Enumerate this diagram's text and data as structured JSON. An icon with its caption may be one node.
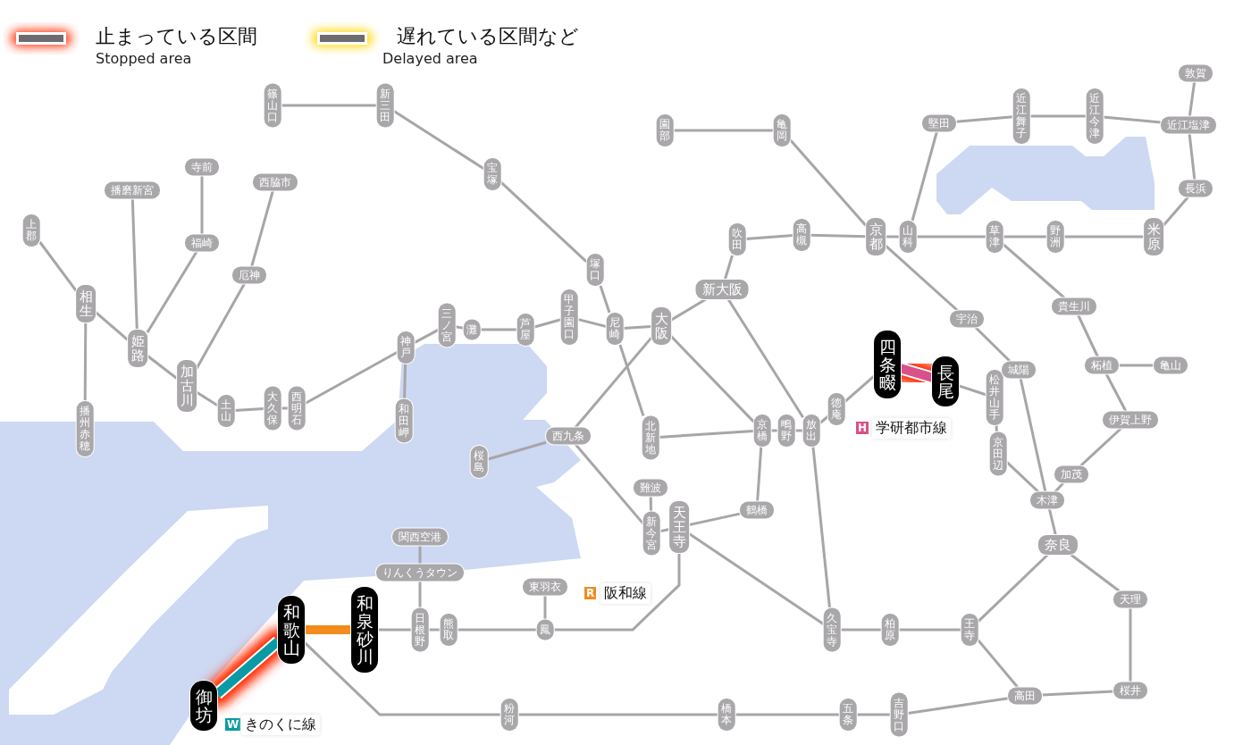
{
  "diagram": {
    "nodes": [
      {
        "text": [
          "篠山口"
        ]
      },
      {
        "text": [
          "新三田"
        ]
      },
      {
        "text": [
          "宝塚"
        ]
      },
      {
        "text": [
          "塚口"
        ]
      },
      {
        "text": [
          "尼崎"
        ]
      },
      {
        "text": [
          "大阪"
        ]
      },
      {
        "text": [
          "新大阪"
        ]
      },
      {
        "text": [
          "吹田"
        ]
      },
      {
        "text": [
          "高槻"
        ]
      },
      {
        "text": [
          "京都"
        ]
      },
      {
        "text": [
          "山科"
        ]
      },
      {
        "text": [
          "園部"
        ]
      },
      {
        "text": [
          "亀岡"
        ]
      },
      {
        "text": [
          "堅田"
        ]
      },
      {
        "text": [
          "近江舞子"
        ]
      },
      {
        "text": [
          "近江今津"
        ]
      },
      {
        "text": [
          "近江塩津"
        ]
      },
      {
        "text": [
          "敦賀"
        ]
      },
      {
        "text": [
          "長浜"
        ]
      },
      {
        "text": [
          "米原"
        ]
      },
      {
        "text": [
          "野洲"
        ]
      },
      {
        "text": [
          "草津"
        ]
      },
      {
        "text": [
          "貴生川"
        ]
      },
      {
        "text": [
          "柘植"
        ]
      },
      {
        "text": [
          "亀山"
        ]
      },
      {
        "text": [
          "伊賀上野"
        ]
      },
      {
        "text": [
          "加茂"
        ]
      },
      {
        "text": [
          "木津"
        ]
      },
      {
        "text": [
          "奈良"
        ]
      },
      {
        "text": [
          "天理"
        ]
      },
      {
        "text": [
          "桜井"
        ]
      },
      {
        "text": [
          "高田"
        ]
      },
      {
        "text": [
          "王寺"
        ]
      },
      {
        "text": [
          "柏原"
        ]
      },
      {
        "text": [
          "久宝寺"
        ]
      },
      {
        "text": [
          "吉野口"
        ]
      },
      {
        "text": [
          "五条"
        ]
      },
      {
        "text": [
          "橋本"
        ]
      },
      {
        "text": [
          "粉河"
        ]
      },
      {
        "text": [
          "和歌山"
        ]
      },
      {
        "text": [
          "和泉砂川"
        ]
      },
      {
        "text": [
          "御坊"
        ]
      },
      {
        "text": [
          "日根野"
        ]
      },
      {
        "text": [
          "熊取"
        ]
      },
      {
        "text": [
          "りんくうタウン"
        ]
      },
      {
        "text": [
          "関西空港"
        ]
      },
      {
        "text": [
          "東羽衣"
        ]
      },
      {
        "text": [
          "鳳"
        ]
      },
      {
        "text": [
          "天王寺"
        ]
      },
      {
        "text": [
          "新今宮"
        ]
      },
      {
        "text": [
          "難波"
        ]
      },
      {
        "text": [
          "鶴橋"
        ]
      },
      {
        "text": [
          "京橋"
        ]
      },
      {
        "text": [
          "鴫野"
        ]
      },
      {
        "text": [
          "放出"
        ]
      },
      {
        "text": [
          "徳庵"
        ]
      },
      {
        "text": [
          "四条畷"
        ]
      },
      {
        "text": [
          "長尾"
        ]
      },
      {
        "text": [
          "松井山手"
        ]
      },
      {
        "text": [
          "京田辺"
        ]
      },
      {
        "text": [
          "宇治"
        ]
      },
      {
        "text": [
          "城陽"
        ]
      },
      {
        "text": [
          "北新地"
        ]
      },
      {
        "text": [
          "西九条"
        ]
      },
      {
        "text": [
          "桜島"
        ]
      },
      {
        "text": [
          "甲子園口"
        ]
      },
      {
        "text": [
          "芦屋"
        ]
      },
      {
        "text": [
          "灘"
        ]
      },
      {
        "text": [
          "三ノ宮"
        ]
      },
      {
        "text": [
          "神戸"
        ]
      },
      {
        "text": [
          "和田岬"
        ]
      },
      {
        "text": [
          "西明石"
        ]
      },
      {
        "text": [
          "大久保"
        ]
      },
      {
        "text": [
          "土山"
        ]
      },
      {
        "text": [
          "加古川"
        ]
      },
      {
        "text": [
          "厄神"
        ]
      },
      {
        "text": [
          "西脇市"
        ]
      },
      {
        "text": [
          "姫路"
        ]
      },
      {
        "text": [
          "福崎"
        ]
      },
      {
        "text": [
          "寺前"
        ]
      },
      {
        "text": [
          "播磨新宮"
        ]
      },
      {
        "text": [
          "相生"
        ]
      },
      {
        "text": [
          "上郡"
        ]
      },
      {
        "text": [
          "播州赤穂"
        ]
      }
    ],
    "edges": [
      {
        "from": 82,
        "to": 81,
        "arrow": "none"
      },
      {
        "from": 81,
        "to": 77,
        "arrow": "none"
      },
      {
        "from": 81,
        "to": 83,
        "arrow": "none"
      },
      {
        "from": 80,
        "to": 77,
        "arrow": "none"
      },
      {
        "from": 79,
        "to": 78,
        "arrow": "none"
      },
      {
        "from": 78,
        "to": 77,
        "arrow": "none"
      },
      {
        "from": 77,
        "to": 74,
        "arrow": "none"
      },
      {
        "from": 76,
        "to": 75,
        "arrow": "none"
      },
      {
        "from": 75,
        "to": 74,
        "arrow": "none"
      },
      {
        "from": 74,
        "to": 73,
        "arrow": "none"
      },
      {
        "from": 73,
        "to": 72,
        "arrow": "none"
      },
      {
        "from": 72,
        "to": 71,
        "arrow": "none"
      },
      {
        "from": 71,
        "to": 69,
        "arrow": "none"
      },
      {
        "from": 69,
        "to": 70,
        "arrow": "none"
      },
      {
        "from": 69,
        "to": 68,
        "arrow": "none"
      },
      {
        "from": 68,
        "to": 67,
        "arrow": "none"
      },
      {
        "from": 67,
        "to": 66,
        "arrow": "none"
      },
      {
        "from": 66,
        "to": 65,
        "arrow": "none"
      },
      {
        "from": 65,
        "to": 4,
        "arrow": "none"
      },
      {
        "from": 4,
        "to": 5,
        "arrow": "none"
      },
      {
        "from": 0,
        "to": 1,
        "arrow": "none"
      },
      {
        "from": 1,
        "to": 2,
        "arrow": "none"
      },
      {
        "from": 2,
        "to": 3,
        "arrow": "none"
      },
      {
        "from": 3,
        "to": 4,
        "arrow": "none"
      },
      {
        "from": 4,
        "to": 62,
        "arrow": "none"
      },
      {
        "from": 62,
        "to": 52,
        "arrow": "none"
      },
      {
        "from": 5,
        "to": 6,
        "arrow": "none"
      },
      {
        "from": 6,
        "to": 7,
        "arrow": "none"
      },
      {
        "from": 7,
        "to": 8,
        "arrow": "none"
      },
      {
        "from": 8,
        "to": 9,
        "arrow": "none"
      },
      {
        "from": 9,
        "to": 10,
        "arrow": "none"
      },
      {
        "from": 10,
        "to": 21,
        "arrow": "none"
      },
      {
        "from": 21,
        "to": 20,
        "arrow": "none"
      },
      {
        "from": 20,
        "to": 19,
        "arrow": "none"
      },
      {
        "from": 19,
        "to": 18,
        "arrow": "none"
      },
      {
        "from": 18,
        "to": 16,
        "arrow": "none"
      },
      {
        "from": 16,
        "to": 17,
        "arrow": "none"
      },
      {
        "from": 16,
        "to": 15,
        "arrow": "none"
      },
      {
        "from": 15,
        "to": 14,
        "arrow": "none"
      },
      {
        "from": 14,
        "to": 13,
        "arrow": "none"
      },
      {
        "from": 13,
        "to": 10,
        "arrow": "none"
      },
      {
        "from": 11,
        "to": 12,
        "arrow": "none"
      },
      {
        "from": 12,
        "to": 9,
        "arrow": "none"
      },
      {
        "from": 9,
        "to": 60,
        "arrow": "none"
      },
      {
        "from": 60,
        "to": 61,
        "arrow": "none"
      },
      {
        "from": 61,
        "to": 27,
        "arrow": "none"
      },
      {
        "from": 27,
        "to": 28,
        "arrow": "none"
      },
      {
        "from": 21,
        "to": 22,
        "arrow": "none"
      },
      {
        "from": 22,
        "to": 23,
        "arrow": "none"
      },
      {
        "from": 23,
        "to": 24,
        "arrow": "none"
      },
      {
        "from": 23,
        "to": 25,
        "arrow": "none"
      },
      {
        "from": 25,
        "to": 26,
        "arrow": "none"
      },
      {
        "from": 26,
        "to": 27,
        "arrow": "none"
      },
      {
        "from": 59,
        "to": 27,
        "arrow": "none"
      },
      {
        "from": 5,
        "to": 52,
        "arrow": "none"
      },
      {
        "from": 52,
        "to": 51,
        "arrow": "none"
      },
      {
        "from": 51,
        "to": 48,
        "arrow": "none"
      },
      {
        "from": 48,
        "to": 49,
        "arrow": "none"
      },
      {
        "from": 49,
        "to": 63,
        "arrow": "none"
      },
      {
        "from": 63,
        "to": 5,
        "arrow": "none"
      },
      {
        "from": 63,
        "to": 64,
        "arrow": "none"
      },
      {
        "from": 50,
        "to": 49,
        "arrow": "none"
      },
      {
        "from": 6,
        "to": 54,
        "arrow": "none"
      },
      {
        "from": 54,
        "to": 34,
        "arrow": "none"
      },
      {
        "from": 52,
        "to": 53,
        "arrow": "none"
      },
      {
        "from": 53,
        "to": 54,
        "arrow": "none"
      },
      {
        "from": 54,
        "to": 55,
        "arrow": "none"
      },
      {
        "from": 55,
        "to": 56,
        "arrow": "none"
      },
      {
        "from": 56,
        "to": 57,
        "arrow": "none",
        "style": "thick",
        "color": "#d9508a"
      },
      {
        "from": 57,
        "to": 58,
        "arrow": "none"
      },
      {
        "from": 58,
        "to": 59,
        "arrow": "none"
      },
      {
        "from": 48,
        "to": 34,
        "arrow": "none"
      },
      {
        "from": 34,
        "to": 33,
        "arrow": "none"
      },
      {
        "from": 33,
        "to": 32,
        "arrow": "none"
      },
      {
        "from": 32,
        "to": 28,
        "arrow": "none"
      },
      {
        "from": 32,
        "to": 31,
        "arrow": "none"
      },
      {
        "from": 31,
        "to": 30,
        "arrow": "none"
      },
      {
        "from": 30,
        "to": 29,
        "arrow": "none"
      },
      {
        "from": 29,
        "to": 28,
        "arrow": "none"
      },
      {
        "from": 31,
        "to": 35,
        "arrow": "none"
      },
      {
        "from": 35,
        "to": 36,
        "arrow": "none"
      },
      {
        "from": 36,
        "to": 37,
        "arrow": "none"
      },
      {
        "from": 37,
        "to": 38,
        "arrow": "none"
      },
      {
        "from": 38,
        "to": 39,
        "arrow": "none"
      },
      {
        "from": 48,
        "to": 47,
        "arrow": "none"
      },
      {
        "from": 47,
        "to": 46,
        "arrow": "none"
      },
      {
        "from": 47,
        "to": 43,
        "arrow": "none"
      },
      {
        "from": 43,
        "to": 42,
        "arrow": "none"
      },
      {
        "from": 42,
        "to": 44,
        "arrow": "none"
      },
      {
        "from": 44,
        "to": 45,
        "arrow": "none"
      },
      {
        "from": 42,
        "to": 40,
        "arrow": "none"
      },
      {
        "from": 40,
        "to": 39,
        "arrow": "none",
        "style": "thick",
        "color": "#f28c1c"
      },
      {
        "from": 39,
        "to": 41,
        "arrow": "none",
        "style": "thick",
        "color": "#0a9aa5"
      }
    ],
    "labels": [
      "Stopped area",
      "Delayed area",
      "H",
      "学研都市線",
      "R",
      "阪和線",
      "W",
      "きのくに線"
    ],
    "legend": [
      {
        "text": "止まっている区間"
      },
      {
        "text": "遅れている区間など"
      }
    ]
  }
}
